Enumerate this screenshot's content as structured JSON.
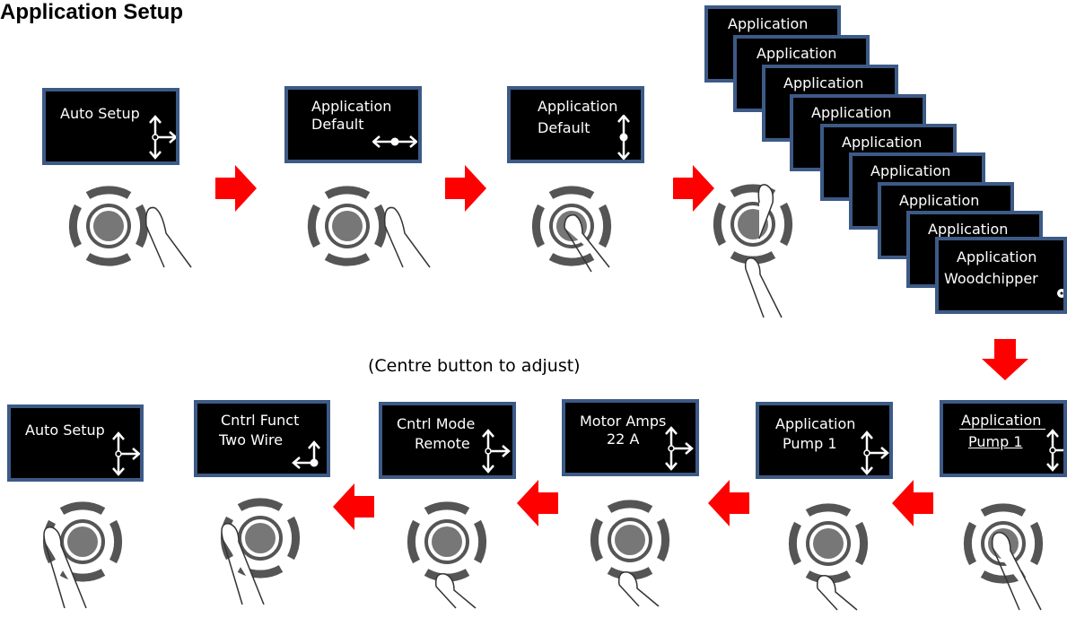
{
  "title": "Application Setup",
  "caption": "(Centre button to adjust)",
  "colors": {
    "screen_border": "#3d5a87",
    "screen_bg": "#000000",
    "arrow": "#ff0000",
    "dial": "#555555"
  },
  "top_row": [
    {
      "l1": "Auto Setup",
      "l2": "",
      "icon": "four-way-arrow-icon"
    },
    {
      "l1": "Application",
      "l2": "Default",
      "icon": "left-right-arrow-icon"
    },
    {
      "l1": "Application",
      "l2": "Default",
      "icon": "up-down-arrow-icon"
    }
  ],
  "stack": {
    "repeat_label": "Application",
    "last": {
      "l1": "Application",
      "l2": "Woodchipper",
      "icon": "dot-icon"
    }
  },
  "bottom_row": [
    {
      "l1": "Application",
      "l2": "Pump 1",
      "icon": "four-way-arrow-icon"
    },
    {
      "l1": "Application",
      "l2": "Pump 1",
      "icon": "four-way-arrow-icon"
    },
    {
      "l1": "Motor Amps",
      "l2": "22 A",
      "icon": "four-way-arrow-icon"
    },
    {
      "l1": "Cntrl Mode",
      "l2": "Remote",
      "icon": "four-way-arrow-icon"
    },
    {
      "l1": "Cntrl Funct",
      "l2": "Two Wire",
      "icon": "up-left-arrow-icon"
    },
    {
      "l1": "Auto Setup",
      "l2": "",
      "icon": "four-way-arrow-icon"
    }
  ]
}
